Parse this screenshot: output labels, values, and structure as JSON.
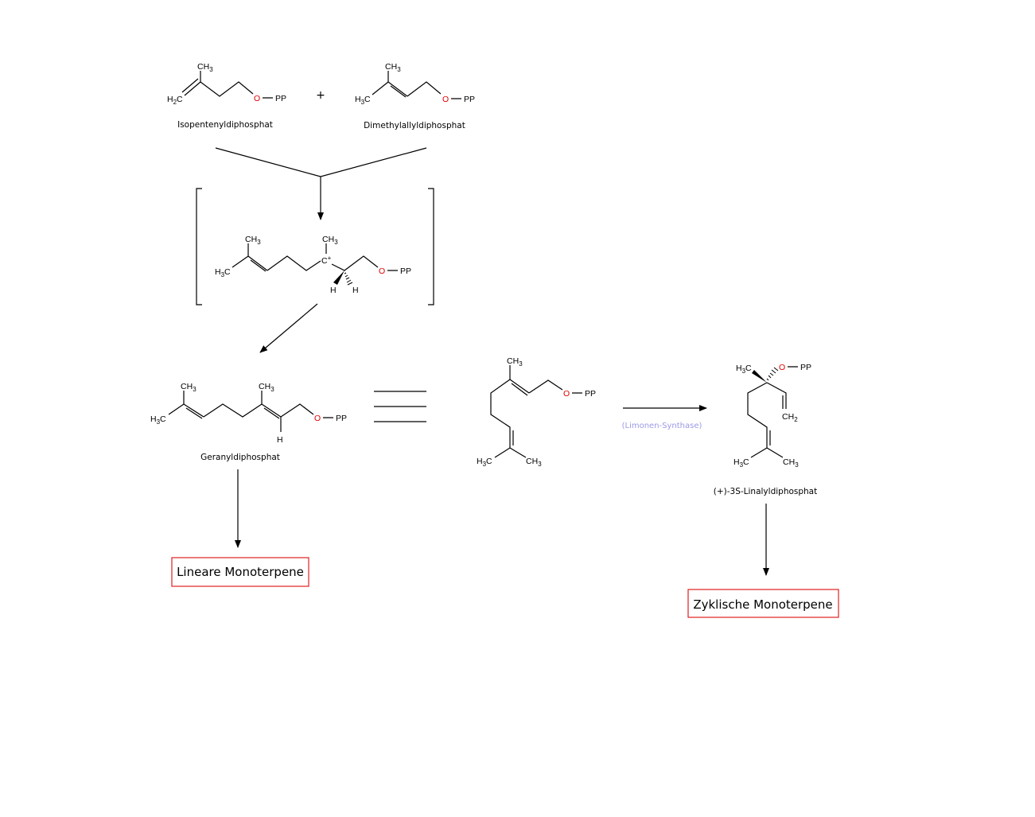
{
  "atoms": {
    "ch3": "CH3",
    "h3c": "H3C",
    "h2c": "H2C",
    "ch2": "CH2",
    "o": "O",
    "pp": "PP",
    "h": "H",
    "cplus": "C+"
  },
  "operators": {
    "plus": "+"
  },
  "compounds": {
    "ipp": "Isopentenyldiphosphat",
    "dmapp": "Dimethylallyldiphosphat",
    "gpp": "Geranyldiphosphat",
    "lpp": "(+)-3S-Linalyldiphosphat"
  },
  "enzyme": "(Limonen-Synthase)",
  "products": {
    "linear": "Lineare Monoterpene",
    "cyclic": "Zyklische Monoterpene"
  },
  "colors": {
    "oxygen": "#e00000",
    "box": "#e02020",
    "enzyme": "#9a9ae8"
  }
}
